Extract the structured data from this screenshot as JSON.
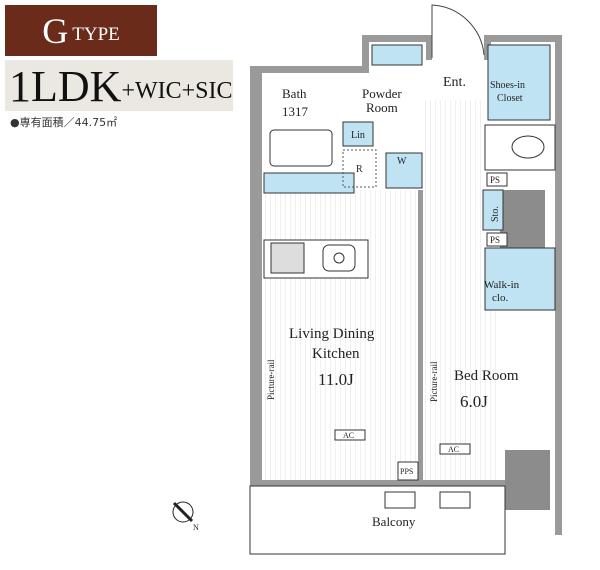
{
  "header": {
    "type_letter": "G",
    "type_word": "TYPE",
    "layout_main": "1LDK",
    "layout_suffix": "+WIC+SIC",
    "area": "●専有面積／44.75㎡"
  },
  "rooms": {
    "bath": "Bath",
    "bath_size": "1317",
    "powder1": "Powder",
    "powder2": "Room",
    "lin": "Lin",
    "w": "W",
    "r": "R",
    "ent": "Ent.",
    "shoes1": "Shoes-in",
    "shoes2": "Closet",
    "ps1": "PS",
    "ps2": "PS",
    "sto": "Sto.",
    "walkin1": "Walk-in",
    "walkin2": "clo.",
    "ldk1": "Living Dining",
    "ldk2": "Kitchen",
    "ldk_size": "11.0J",
    "bed1": "Bed Room",
    "bed_size": "6.0J",
    "picture_rail": "Picture-rail",
    "ac": "AC",
    "pps": "PPS",
    "balcony": "Balcony",
    "north": "N"
  },
  "colors": {
    "banner": "#6b2b1a",
    "storage": "#bfe3f3",
    "wall": "#9a9a9a",
    "column": "#8c8c8c"
  }
}
